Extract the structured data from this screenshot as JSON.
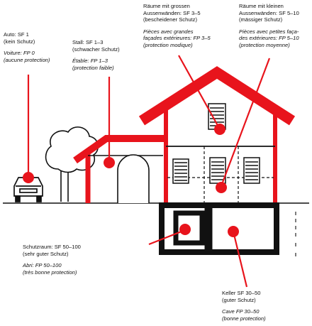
{
  "colors": {
    "accent_red": "#e8141c",
    "ink": "#111111",
    "paper": "#ffffff"
  },
  "labels": {
    "car": {
      "de": [
        "Auto: SF 1",
        "(kein Schutz)"
      ],
      "fr": [
        "Voiture: FP 0",
        "(aucune protection)"
      ]
    },
    "stable": {
      "de": [
        "Stall: SF 1–3",
        "(schwacher Schutz)"
      ],
      "fr": [
        "Étable: FP 1–3",
        "(protection faible)"
      ]
    },
    "rooms_large_walls": {
      "de": [
        "Räume mit grossen",
        "Aussenwänden: SF 3–5",
        "(bescheidener Schutz)"
      ],
      "fr": [
        "Pièces avec grandes",
        "façades extérieures: FP 3–5",
        "(protection modique)"
      ]
    },
    "rooms_small_walls": {
      "de": [
        "Räume mit kleinen",
        "Aussenwänden: SF 5–10",
        "(mässiger Schutz)"
      ],
      "fr": [
        "Pièces avec petites faça-",
        "des extérieures: FP 5–10",
        "(protection moyenne)"
      ]
    },
    "shelter": {
      "de": [
        "Schutzraum: SF 50–100",
        "(sehr guter Schutz)"
      ],
      "fr": [
        "Abri: FP 50–100",
        "(très bonne protection)"
      ]
    },
    "cellar": {
      "de": [
        "Keller SF 30–50",
        "(guter Schutz)"
      ],
      "fr": [
        "Cave FP 30–50",
        "(bonne protection)"
      ]
    }
  }
}
